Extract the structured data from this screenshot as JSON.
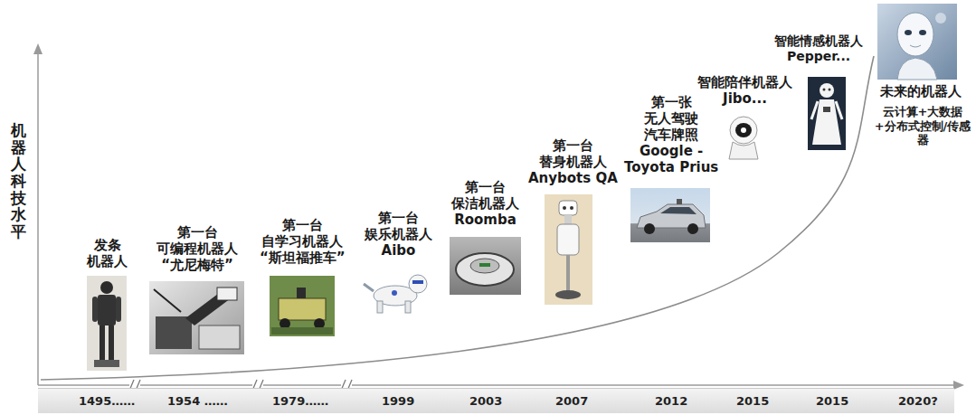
{
  "diagram": {
    "nodes": [
      {
        "text": [
          "1495……",
          "1954 ……",
          "1979……",
          "1999",
          "2003",
          "2007",
          "2012",
          "2015",
          "2015",
          "2020?"
        ]
      }
    ],
    "labels": [
      "机器人科技水平",
      "发条 机器人",
      "第一台 可编程机器人 “尤尼梅特”",
      "第一台 自学习机器人 “斯坦福推车”",
      "第一台 娱乐机器人 Aibo",
      "第一台 保洁机器人 Roomba",
      "第一台 替身机器人 Anybots QA",
      "第一张 无人驾驶 汽车牌照 Google - Toyota Prius",
      "智能陪伴机器人 Jibo...",
      "智能情感机器人 Pepper...",
      "未来的机器人",
      "云计算+大数据+分布式控制/传感器"
    ]
  }
}
